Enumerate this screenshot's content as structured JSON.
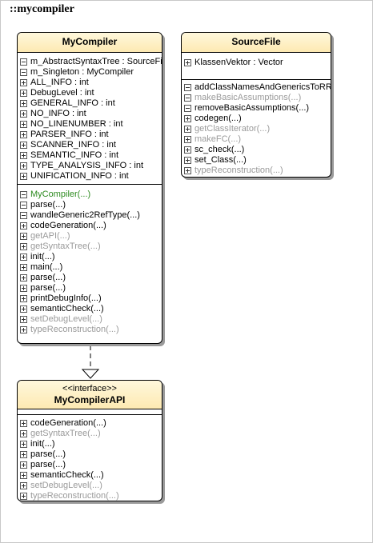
{
  "package_title": "::mycompiler",
  "mycompiler": {
    "name": "MyCompiler",
    "attributes": [
      {
        "text": "m_AbstractSyntaxTree : SourceFile",
        "vis": "minus"
      },
      {
        "text": "m_Singleton : MyCompiler",
        "vis": "minus"
      },
      {
        "text": "ALL_INFO : int",
        "vis": "plus"
      },
      {
        "text": "DebugLevel : int",
        "vis": "plus"
      },
      {
        "text": "GENERAL_INFO : int",
        "vis": "plus"
      },
      {
        "text": "NO_INFO : int",
        "vis": "plus"
      },
      {
        "text": "NO_LINENUMBER : int",
        "vis": "plus"
      },
      {
        "text": "PARSER_INFO : int",
        "vis": "plus"
      },
      {
        "text": "SCANNER_INFO : int",
        "vis": "plus"
      },
      {
        "text": "SEMANTIC_INFO : int",
        "vis": "plus"
      },
      {
        "text": "TYPE_ANALYSIS_INFO : int",
        "vis": "plus"
      },
      {
        "text": "UNIFICATION_INFO : int",
        "vis": "plus"
      }
    ],
    "operations": [
      {
        "text": "MyCompiler(...)",
        "vis": "minus",
        "style": "green"
      },
      {
        "text": "parse(...)",
        "vis": "minus",
        "style": "normal"
      },
      {
        "text": "wandleGeneric2RefType(...)",
        "vis": "minus",
        "style": "normal"
      },
      {
        "text": "codeGeneration(...)",
        "vis": "plus",
        "style": "normal"
      },
      {
        "text": "getAPI(...)",
        "vis": "plus",
        "style": "grey"
      },
      {
        "text": "getSyntaxTree(...)",
        "vis": "plus",
        "style": "grey"
      },
      {
        "text": "init(...)",
        "vis": "plus",
        "style": "normal"
      },
      {
        "text": "main(...)",
        "vis": "plus",
        "style": "normal"
      },
      {
        "text": "parse(...)",
        "vis": "plus",
        "style": "normal"
      },
      {
        "text": "parse(...)",
        "vis": "plus",
        "style": "normal"
      },
      {
        "text": "printDebugInfo(...)",
        "vis": "plus",
        "style": "normal"
      },
      {
        "text": "semanticCheck(...)",
        "vis": "plus",
        "style": "normal"
      },
      {
        "text": "setDebugLevel(...)",
        "vis": "plus",
        "style": "grey"
      },
      {
        "text": "typeReconstruction(...)",
        "vis": "plus",
        "style": "grey"
      }
    ]
  },
  "sourcefile": {
    "name": "SourceFile",
    "attributes": [
      {
        "text": "KlassenVektor : Vector",
        "vis": "plus"
      }
    ],
    "operations": [
      {
        "text": "addClassNamesAndGenericsToRR(...)",
        "vis": "minus",
        "style": "normal"
      },
      {
        "text": "makeBasicAssumptions(...)",
        "vis": "minus",
        "style": "grey"
      },
      {
        "text": "removeBasicAssumptions(...)",
        "vis": "minus",
        "style": "normal"
      },
      {
        "text": "codegen(...)",
        "vis": "plus",
        "style": "normal"
      },
      {
        "text": "getClassIterator(...)",
        "vis": "plus",
        "style": "grey"
      },
      {
        "text": "makeFC(...)",
        "vis": "plus",
        "style": "grey"
      },
      {
        "text": "sc_check(...)",
        "vis": "plus",
        "style": "normal"
      },
      {
        "text": "set_Class(...)",
        "vis": "plus",
        "style": "normal"
      },
      {
        "text": "typeReconstruction(...)",
        "vis": "plus",
        "style": "grey"
      }
    ]
  },
  "mycompilerapi": {
    "stereotype": "<<interface>>",
    "name": "MyCompilerAPI",
    "operations": [
      {
        "text": "codeGeneration(...)",
        "vis": "plus",
        "style": "normal"
      },
      {
        "text": "getSyntaxTree(...)",
        "vis": "plus",
        "style": "grey"
      },
      {
        "text": "init(...)",
        "vis": "plus",
        "style": "normal"
      },
      {
        "text": "parse(...)",
        "vis": "plus",
        "style": "normal"
      },
      {
        "text": "parse(...)",
        "vis": "plus",
        "style": "normal"
      },
      {
        "text": "semanticCheck(...)",
        "vis": "plus",
        "style": "normal"
      },
      {
        "text": "setDebugLevel(...)",
        "vis": "plus",
        "style": "grey"
      },
      {
        "text": "typeReconstruction(...)",
        "vis": "plus",
        "style": "grey"
      }
    ]
  }
}
